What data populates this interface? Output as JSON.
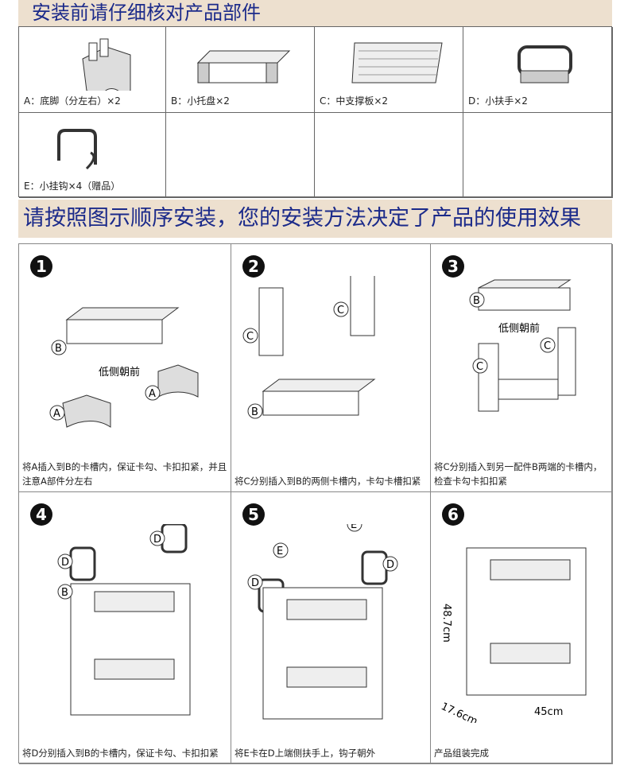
{
  "header": {
    "title": "安装前请仔细核对产品部件"
  },
  "parts": [
    {
      "label": "A：底脚（分左右）×2",
      "icon": "foot-part-icon"
    },
    {
      "label": "B：小托盘×2",
      "icon": "tray-part-icon"
    },
    {
      "label": "C：中支撑板×2",
      "icon": "support-board-icon"
    },
    {
      "label": "D：小扶手×2",
      "icon": "handle-part-icon"
    },
    {
      "label": "E：小挂钩×4（赠品）",
      "icon": "hook-part-icon"
    }
  ],
  "section": {
    "title": "请按照图示顺序安装，您的安装方法决定了产品的使用效果"
  },
  "steps": [
    {
      "num": "1",
      "caption": "将A插入到B的卡槽内，保证卡勾、卡扣扣紧，并且注意A部件分左右",
      "labels": [
        "B",
        "低侧朝前",
        "A",
        "A"
      ]
    },
    {
      "num": "2",
      "caption": "将C分别插入到B的两侧卡槽内，卡勾卡槽扣紧",
      "labels": [
        "C",
        "C",
        "B"
      ]
    },
    {
      "num": "3",
      "caption": "将C分别插入到另一配件B两端的卡槽内，检查卡勾卡扣扣紧",
      "labels": [
        "B",
        "低侧朝前",
        "C",
        "C"
      ]
    },
    {
      "num": "4",
      "caption": "将D分别插入到B的卡槽内，保证卡勾、卡扣扣紧",
      "labels": [
        "D",
        "D",
        "B"
      ]
    },
    {
      "num": "5",
      "caption": "将E卡在D上端侧扶手上，钩子朝外",
      "labels": [
        "E",
        "E",
        "D",
        "D"
      ]
    },
    {
      "num": "6",
      "caption": "产品组装完成",
      "labels": [
        "48.7cm",
        "17.6cm",
        "45cm"
      ]
    }
  ]
}
